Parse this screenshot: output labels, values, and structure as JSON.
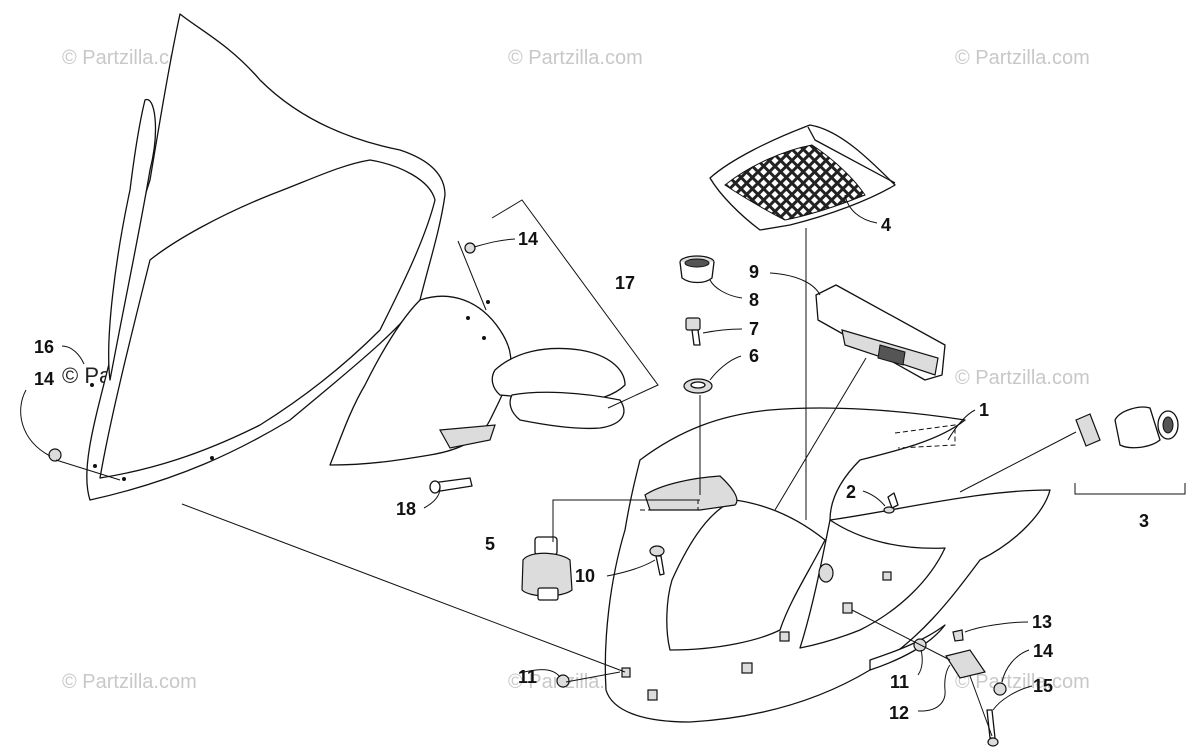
{
  "watermarks": {
    "text": "© Partzilla.com",
    "dark_text": "© Partzilla.com"
  },
  "callouts": {
    "c1": "1",
    "c2": "2",
    "c3": "3",
    "c4": "4",
    "c5": "5",
    "c6": "6",
    "c7": "7",
    "c8": "8",
    "c9": "9",
    "c10": "10",
    "c11a": "11",
    "c11b": "11",
    "c12": "12",
    "c13": "13",
    "c14a": "14",
    "c14b": "14",
    "c14c": "14",
    "c15": "15",
    "c16": "16",
    "c17": "17",
    "c18": "18"
  }
}
